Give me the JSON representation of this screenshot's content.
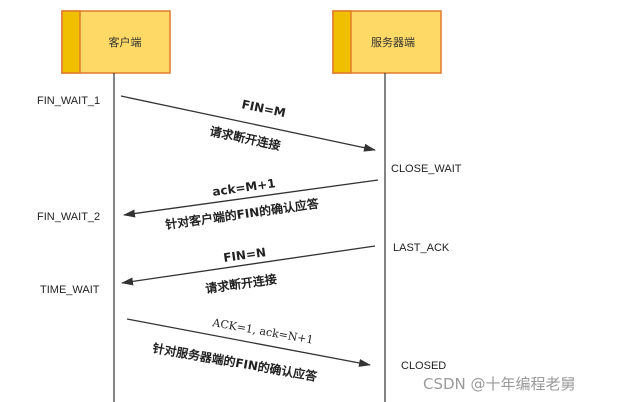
{
  "participants": {
    "client": "客户端",
    "server": "服务器端"
  },
  "client_states": {
    "s1": "FIN_WAIT_1",
    "s2": "FIN_WAIT_2",
    "s3": "TIME_WAIT"
  },
  "server_states": {
    "s1": "CLOSE_WAIT",
    "s2": "LAST_ACK",
    "s3": "CLOSED"
  },
  "messages": {
    "m1": {
      "label": "FIN=M",
      "desc": "请求断开连接"
    },
    "m2": {
      "label": "ack=M+1",
      "desc": "针对客户端的FIN的确认应答"
    },
    "m3": {
      "label": "FIN=N",
      "desc": "请求断开连接"
    },
    "m4": {
      "label": "ACK=1, ack=N+1",
      "desc": "针对服务器端的FIN的确认应答"
    }
  },
  "watermark": "CSDN @十年编程老舅",
  "colors": {
    "box_fill": "#ffd966",
    "box_band": "#f0c000",
    "box_border": "#e07a2a",
    "line": "#333333"
  }
}
